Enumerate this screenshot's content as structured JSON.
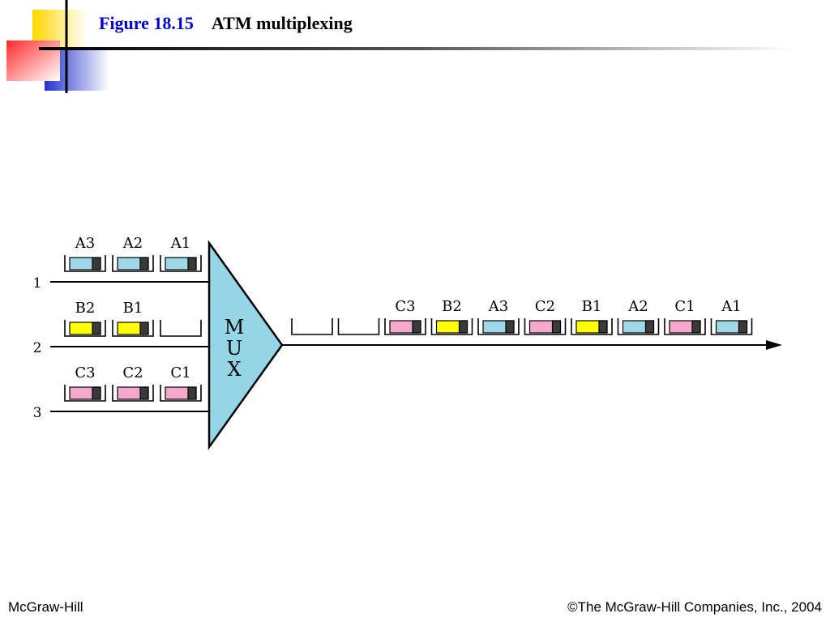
{
  "slide": {
    "figure_number": "Figure 18.15",
    "title": "ATM multiplexing",
    "footer_left": "McGraw-Hill",
    "footer_right": "©The McGraw-Hill Companies, Inc., 2004"
  },
  "colors": {
    "cell_a": "#9fd8e6",
    "cell_b": "#ffff00",
    "cell_c": "#f5a9cf",
    "cell_header": "#3a3a3a",
    "mux_fill": "#94d6e8",
    "deco_yellow": "#ffd700",
    "deco_red": "#ff3030",
    "deco_blue": "#2233cc"
  },
  "diagram": {
    "mux_label": [
      "M",
      "U",
      "X"
    ],
    "inputs": [
      {
        "number": "1",
        "cells": [
          {
            "label": "A3",
            "type": "a"
          },
          {
            "label": "A2",
            "type": "a"
          },
          {
            "label": "A1",
            "type": "a"
          }
        ]
      },
      {
        "number": "2",
        "cells": [
          {
            "label": "B2",
            "type": "b"
          },
          {
            "label": "B1",
            "type": "b"
          },
          {
            "label": "",
            "type": "empty"
          }
        ]
      },
      {
        "number": "3",
        "cells": [
          {
            "label": "C3",
            "type": "c"
          },
          {
            "label": "C2",
            "type": "c"
          },
          {
            "label": "C1",
            "type": "c"
          }
        ]
      }
    ],
    "output": {
      "cells": [
        {
          "label": "",
          "type": "empty"
        },
        {
          "label": "",
          "type": "empty"
        },
        {
          "label": "C3",
          "type": "c"
        },
        {
          "label": "B2",
          "type": "b"
        },
        {
          "label": "A3",
          "type": "a"
        },
        {
          "label": "C2",
          "type": "c"
        },
        {
          "label": "B1",
          "type": "b"
        },
        {
          "label": "A2",
          "type": "a"
        },
        {
          "label": "C1",
          "type": "c"
        },
        {
          "label": "A1",
          "type": "a"
        }
      ]
    }
  }
}
